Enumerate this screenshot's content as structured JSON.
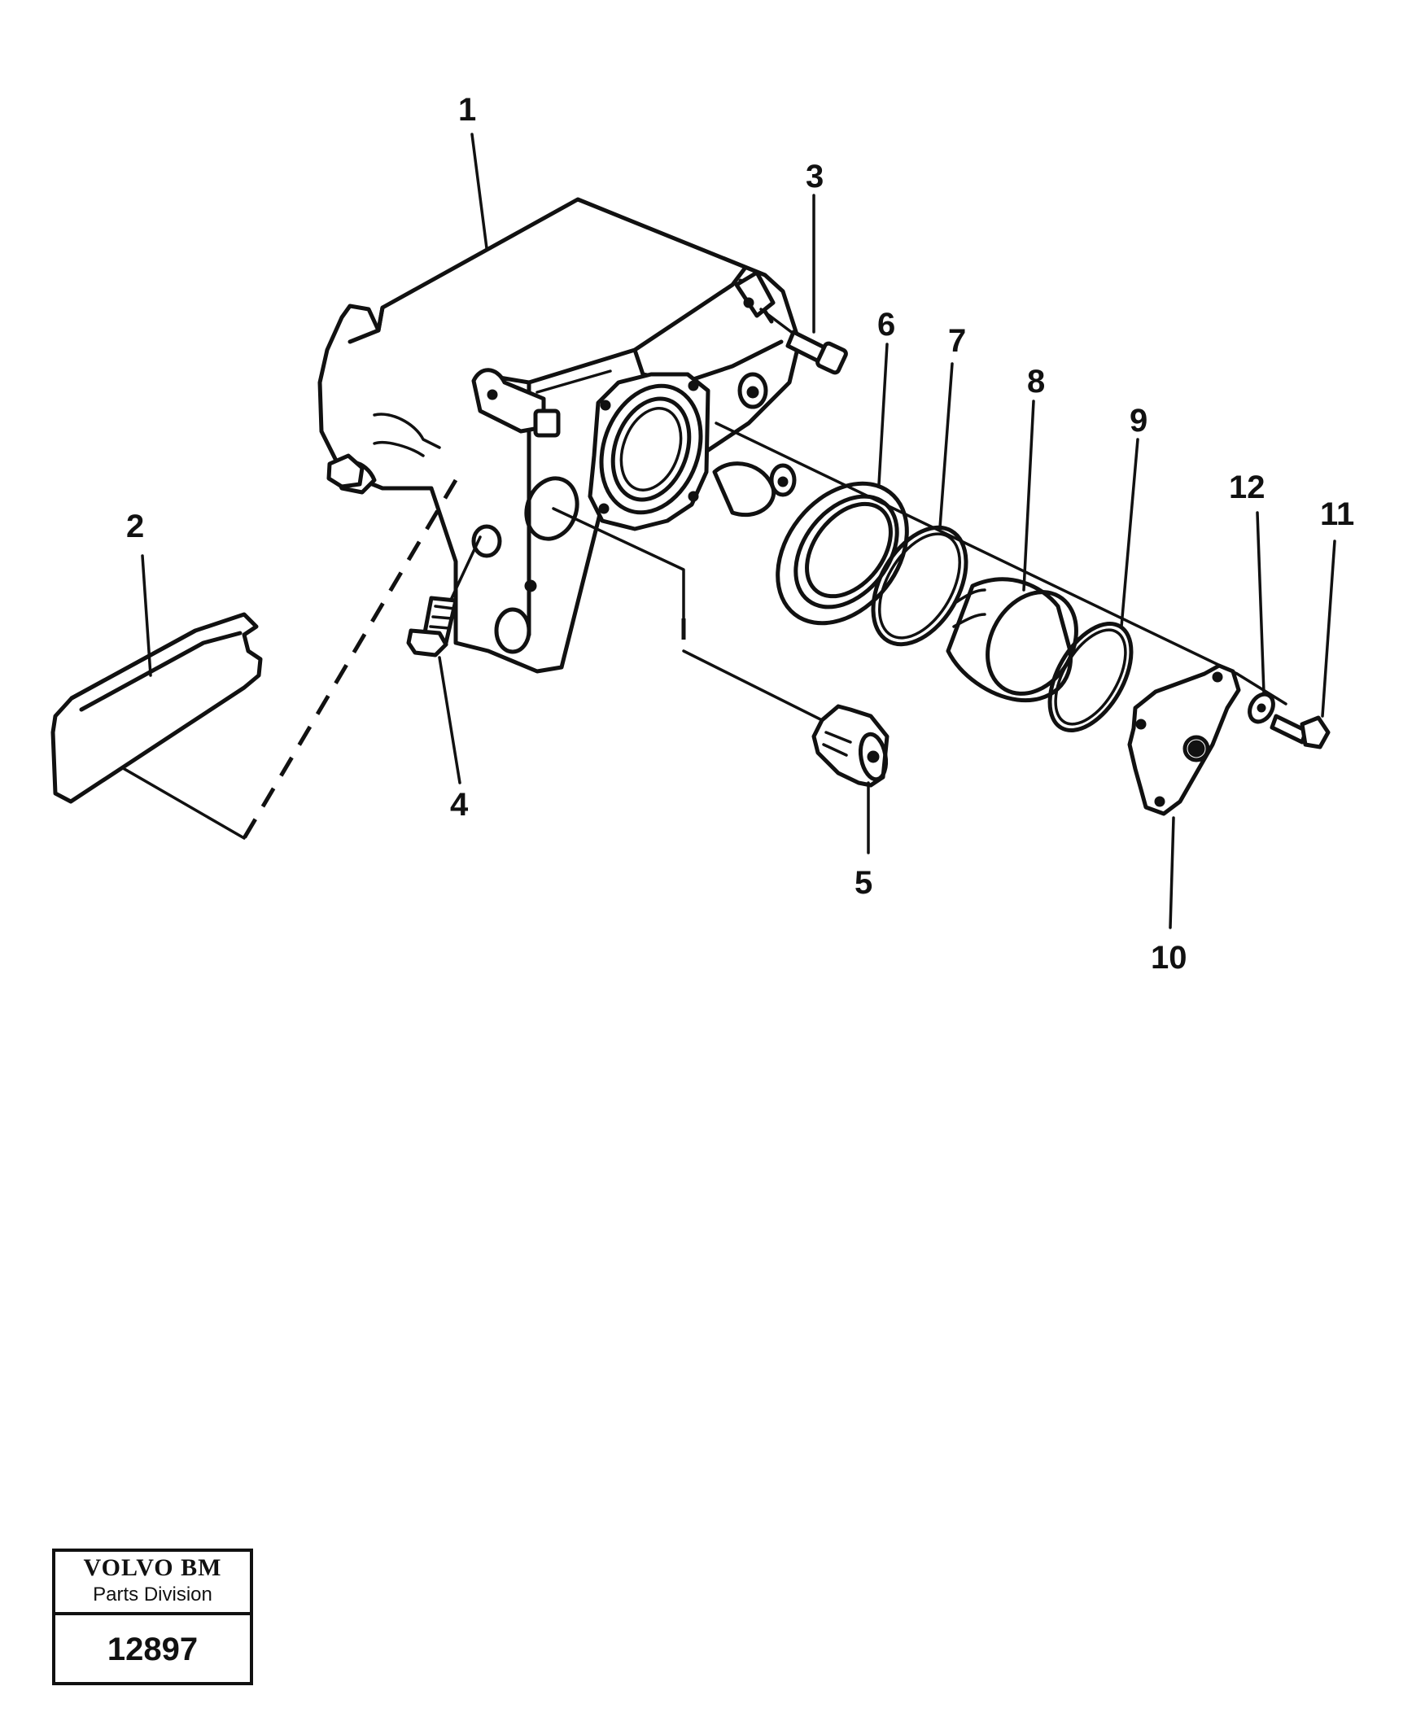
{
  "labels": {
    "p1": "1",
    "p2": "2",
    "p3": "3",
    "p4": "4",
    "p5": "5",
    "p6": "6",
    "p7": "7",
    "p8": "8",
    "p9": "9",
    "p10": "10",
    "p11": "11",
    "p12": "12"
  },
  "stamp": {
    "brand": "VOLVO BM",
    "division": "Parts Division",
    "number": "12897"
  }
}
